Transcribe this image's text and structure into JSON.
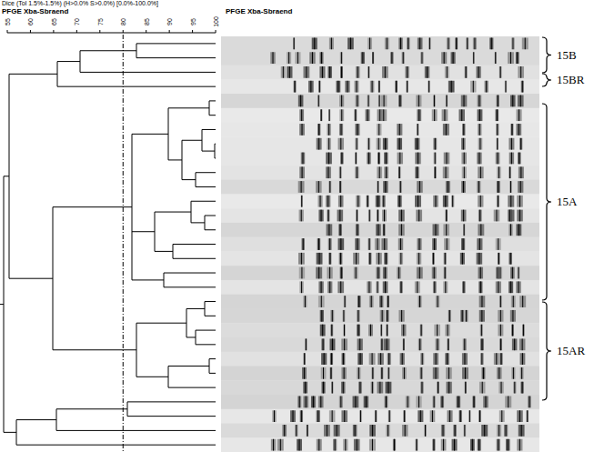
{
  "diagram": {
    "labels": [
      "Dice (Tol 1.5%-1.5%) (H>0.0% S>0.0%) [0.0%-100.0%]",
      "PFGE Xba-Sbraend",
      "PFGE Xba-Sbraend",
      "55",
      "60",
      "65",
      "70",
      "75",
      "80",
      "85",
      "90",
      "95",
      "100",
      "15B",
      "15BR",
      "15A",
      "15AR"
    ]
  }
}
